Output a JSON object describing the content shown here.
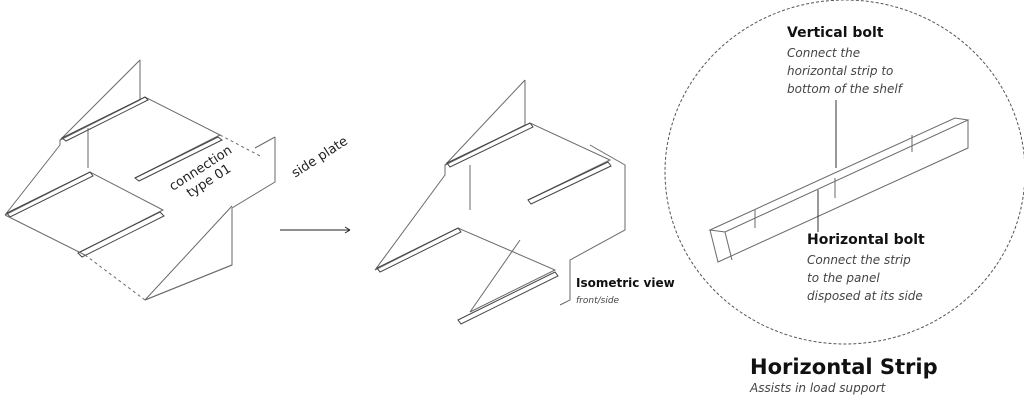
{
  "labels": {
    "connection": "connection",
    "type": "type 01",
    "side_plate": "side plate",
    "isometric_title": "Isometric view",
    "isometric_sub": "front/side",
    "vertical_bolt_title": "Vertical bolt",
    "vertical_bolt_desc": [
      "Connect the",
      "horizontal strip to",
      "bottom of the shelf"
    ],
    "horizontal_bolt_title": "Horizontal bolt",
    "horizontal_bolt_desc": [
      "Connect the strip",
      "to the panel",
      "disposed at its side"
    ],
    "main_title": "Horizontal Strip",
    "main_subtitle": "Assists in load support"
  },
  "colors": {
    "line": "#6a6a6a",
    "strip": "#444444",
    "text": "#111111",
    "muted": "#444444"
  }
}
